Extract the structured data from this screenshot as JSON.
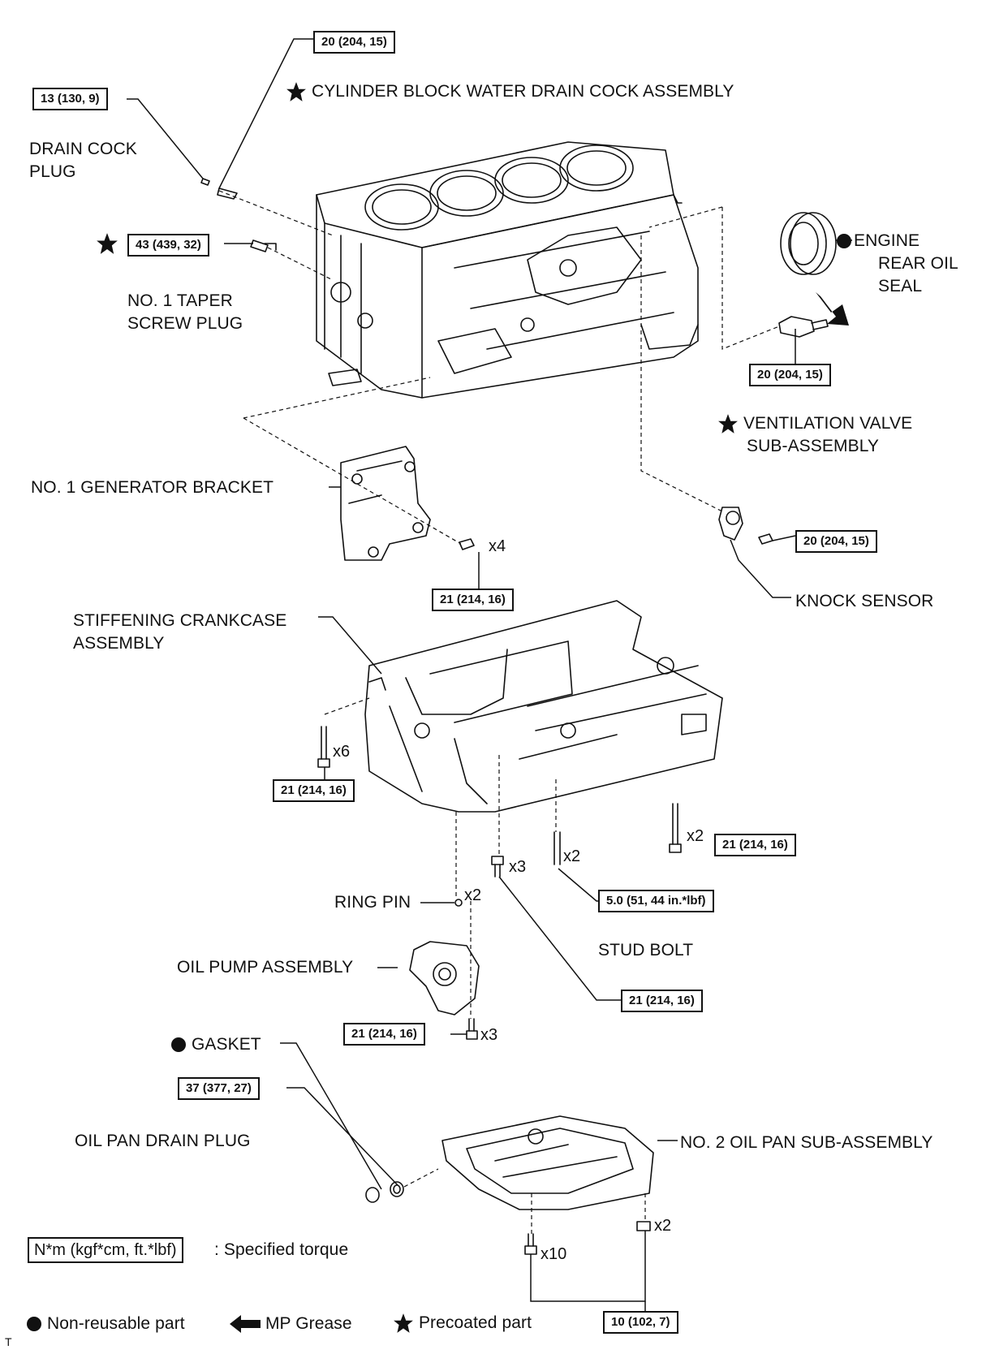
{
  "labels": {
    "cylinder_block_water_drain_cock": "CYLINDER BLOCK WATER DRAIN COCK ASSEMBLY",
    "drain_cock_plug_1": "DRAIN COCK",
    "drain_cock_plug_2": "PLUG",
    "no1_taper_screw_plug_1": "NO. 1 TAPER",
    "no1_taper_screw_plug_2": "SCREW PLUG",
    "engine_rear_oil_seal_1": "ENGINE",
    "engine_rear_oil_seal_2": "REAR OIL",
    "engine_rear_oil_seal_3": "SEAL",
    "ventilation_valve_1": "VENTILATION VALVE",
    "ventilation_valve_2": "SUB-ASSEMBLY",
    "no1_generator_bracket": "NO. 1 GENERATOR BRACKET",
    "knock_sensor": "KNOCK SENSOR",
    "stiffening_crankcase_1": "STIFFENING CRANKCASE",
    "stiffening_crankcase_2": "ASSEMBLY",
    "ring_pin": "RING PIN",
    "stud_bolt": "STUD BOLT",
    "oil_pump_assembly": "OIL PUMP ASSEMBLY",
    "gasket": "GASKET",
    "oil_pan_drain_plug": "OIL PAN DRAIN PLUG",
    "no2_oil_pan": "NO. 2 OIL PAN SUB-ASSEMBLY",
    "footer_mark": "T"
  },
  "torques": {
    "drain_cock": "20 (204, 15)",
    "drain_cock_plug": "13 (130, 9)",
    "taper_screw_plug": "43 (439, 32)",
    "ventilation_valve": "20 (204, 15)",
    "generator_bracket": "21 (214, 16)",
    "knock_sensor": "20 (204, 15)",
    "crankcase_x6": "21 (214, 16)",
    "crankcase_x2_right": "21 (214, 16)",
    "stud_bolt": "5.0 (51, 44 in.*lbf)",
    "crankcase_x3_center": "21 (214, 16)",
    "oil_pump": "21 (214, 16)",
    "oil_pan_drain_plug": "37 (377, 27)",
    "oil_pan": "10 (102, 7)"
  },
  "quantities": {
    "generator_bracket_bolts": "x4",
    "crankcase_bolts_left": "x6",
    "crankcase_bolts_right": "x2",
    "stud_bolts": "x2",
    "center_bolts": "x3",
    "ring_pins": "x2",
    "oil_pump_bolts": "x3",
    "oil_pan_bolts": "x10",
    "oil_pan_nuts": "x2"
  },
  "legend": {
    "torque_unit": "N*m (kgf*cm, ft.*lbf)",
    "torque_desc": ": Specified torque",
    "non_reusable": "Non-reusable part",
    "mp_grease": "MP Grease",
    "precoated": "Precoated part"
  },
  "icons": [
    "star-icon",
    "filled-circle-icon",
    "arrow-left-icon"
  ]
}
